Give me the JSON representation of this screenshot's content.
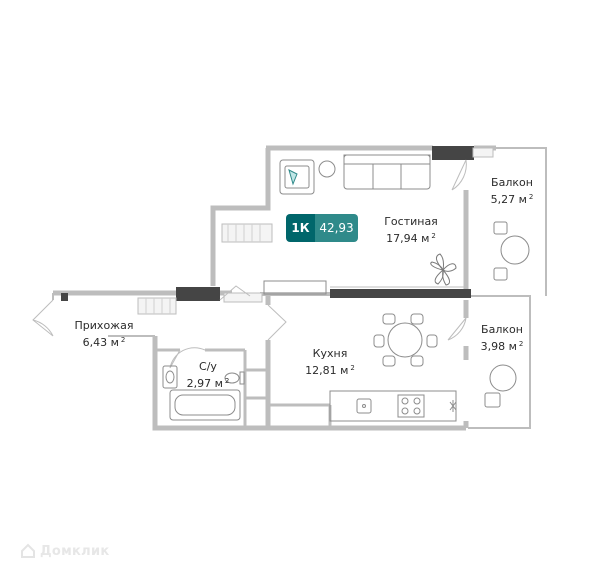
{
  "plan": {
    "unit_type": "1К",
    "total_area": "42,93",
    "watermark": "Домклик",
    "area_unit": "м",
    "area_power": "2",
    "rooms": [
      {
        "id": "living-room",
        "name": "Гостиная",
        "area": "17,94"
      },
      {
        "id": "balcony-top",
        "name": "Балкон",
        "area": "5,27"
      },
      {
        "id": "hallway",
        "name": "Прихожая",
        "area": "6,43"
      },
      {
        "id": "kitchen",
        "name": "Кухня",
        "area": "12,81"
      },
      {
        "id": "balcony-bottom",
        "name": "Балкон",
        "area": "3,98"
      },
      {
        "id": "bathroom",
        "name": "С/у",
        "area": "2,97"
      }
    ]
  },
  "colors": {
    "wall": "#bdbdbd",
    "wall_dark": "#454545",
    "furniture_line": "#8c8c8c",
    "accent_teal": "#00666b",
    "accent_teal_light": "#2f8a8a",
    "plant": "#7a7a7a"
  },
  "icons": [
    "armchair-icon",
    "sofa-icon",
    "plant-icon",
    "dining-table-icon",
    "bathtub-icon",
    "toilet-icon",
    "sink-icon",
    "stove-icon",
    "balcony-table-icon",
    "door-swing-icon"
  ]
}
